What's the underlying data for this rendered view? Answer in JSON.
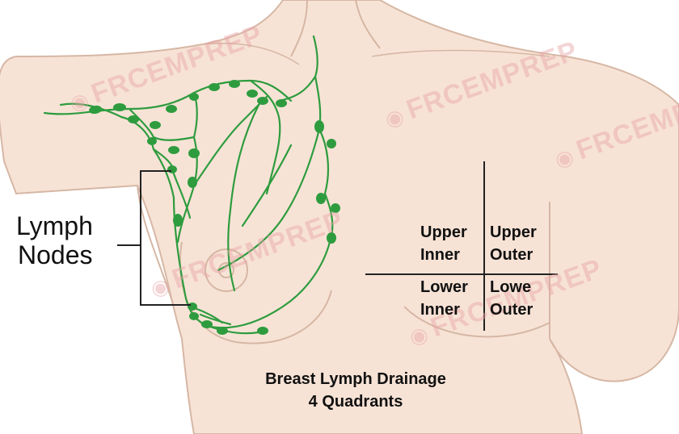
{
  "label_lymph_line1": "Lymph",
  "label_lymph_line2": "Nodes",
  "quadrants": {
    "upper_inner": [
      "Upper",
      "Inner"
    ],
    "upper_outer": [
      "Upper",
      "Outer"
    ],
    "lower_inner": [
      "Lower",
      "Inner"
    ],
    "lower_outer": [
      "Lowe",
      "Outer"
    ]
  },
  "caption_line1": "Breast Lymph Drainage",
  "caption_line2": "4 Quadrants",
  "watermark": "FRCEMPREP",
  "colors": {
    "skin": "#f7e3d6",
    "outline": "#d6b7a4",
    "lymph": "#2e9c3e",
    "text": "#111111",
    "watermark": "#e8a3a6"
  }
}
